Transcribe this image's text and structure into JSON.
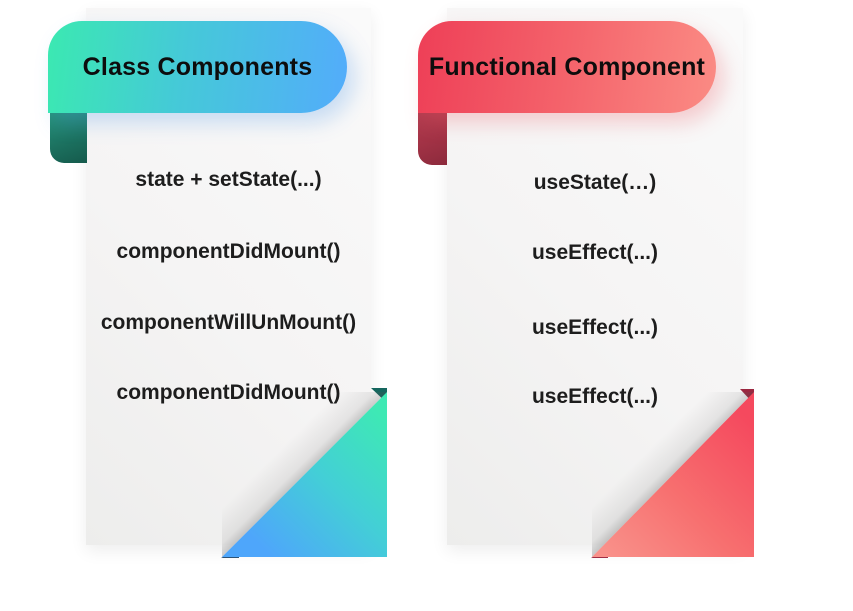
{
  "left_card": {
    "title": "Class Components",
    "items": [
      "state + setState(...)",
      "componentDidMount()",
      "componentWillUnMount()",
      "componentDidMount()"
    ],
    "colors": {
      "ribbon_gradient_start": "#3be9b1",
      "ribbon_gradient_end": "#53acfb",
      "fold": "#1c7260",
      "corner_gradient_start": "#3ee9b4",
      "corner_gradient_end": "#4ea6fb"
    }
  },
  "right_card": {
    "title": "Functional Component",
    "items": [
      "useState(…)",
      "useEffect(...)",
      "useEffect(...)",
      "useEffect(...)"
    ],
    "colors": {
      "ribbon_gradient_start": "#ee3f57",
      "ribbon_gradient_end": "#fb8b84",
      "fold": "#a13245",
      "corner_gradient_start": "#f5495e",
      "corner_gradient_end": "#f9918a"
    }
  },
  "background_color": "#ffffff",
  "card_background": "#f4f3f3",
  "text_color": "#1d1d1d"
}
